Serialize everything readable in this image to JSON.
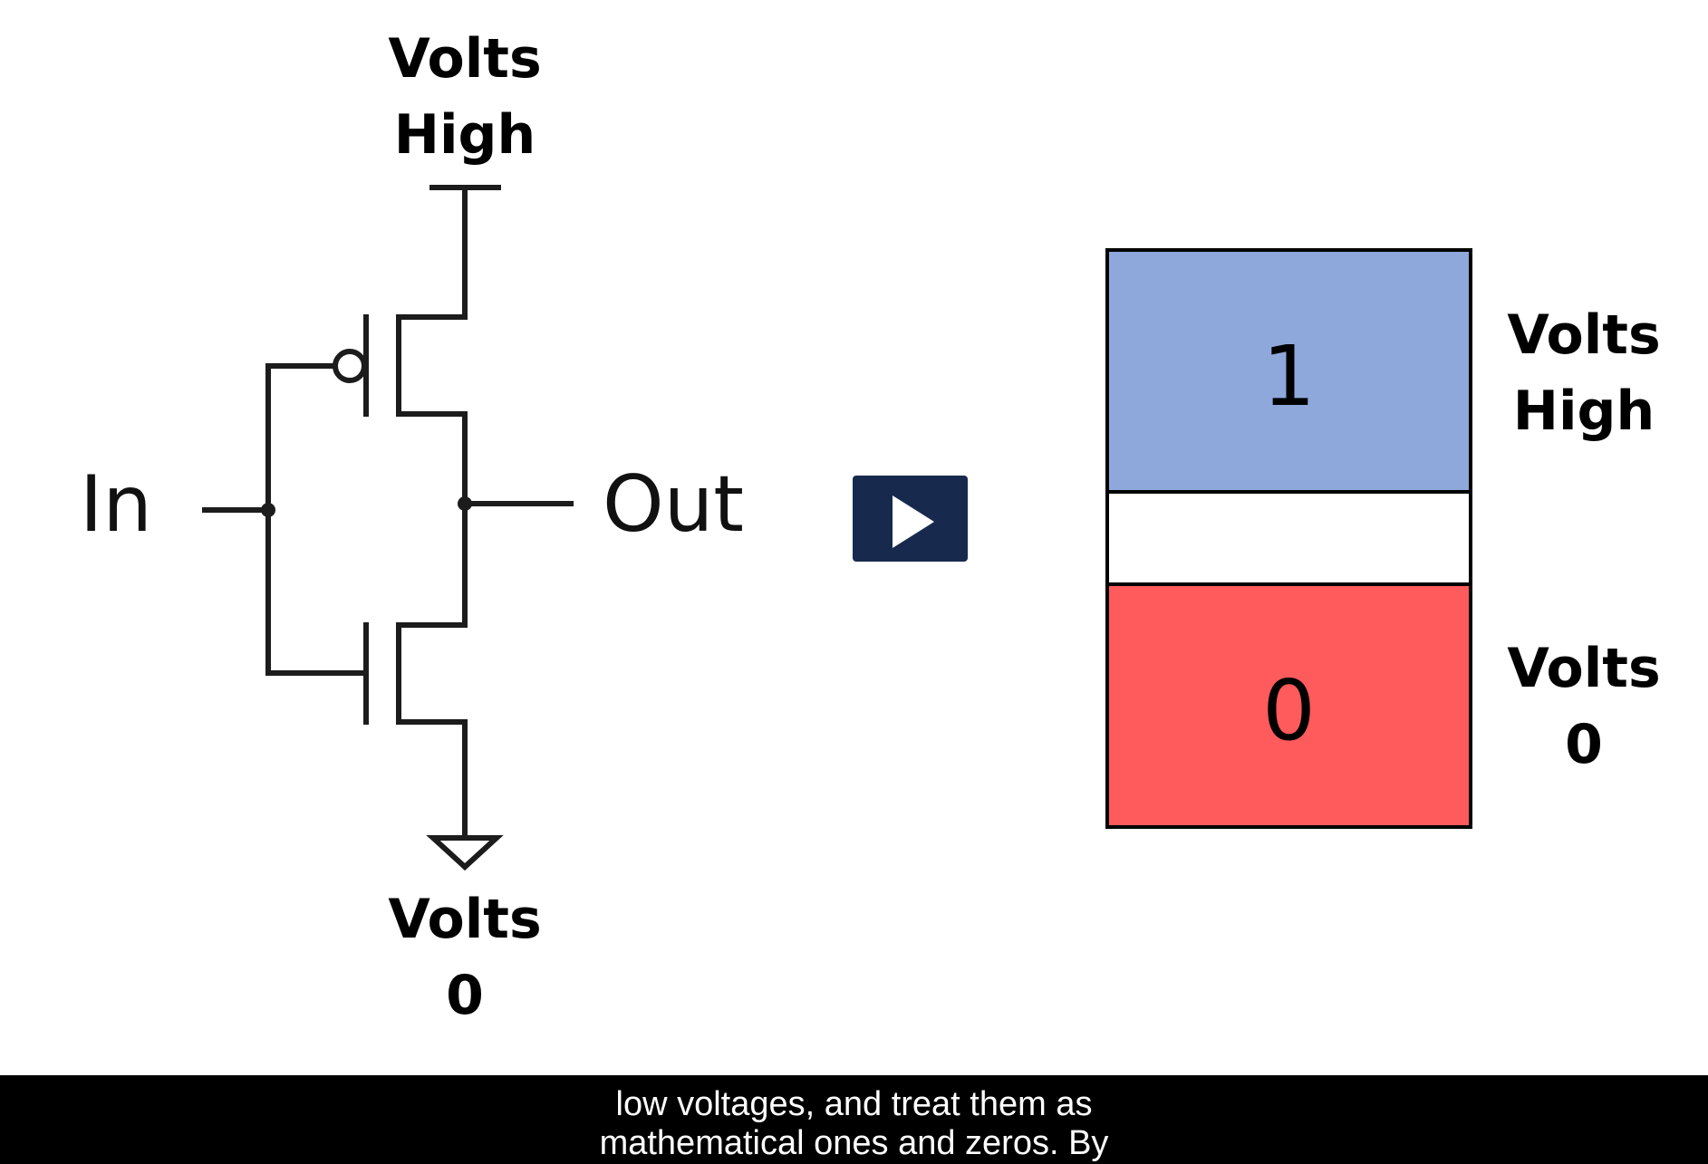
{
  "circuit": {
    "top_label_line1": "Volts",
    "top_label_line2": "High",
    "bottom_label_line1": "Volts",
    "bottom_label_line2": "0",
    "input_label": "In",
    "output_label": "Out"
  },
  "player": {
    "play_icon": "play-icon"
  },
  "logic_levels": {
    "high": {
      "value": "1",
      "label_line1": "Volts",
      "label_line2": "High",
      "color": "#8fa8db"
    },
    "low": {
      "value": "0",
      "label_line1": "Volts",
      "label_line2": "0",
      "color": "#ff5a5c"
    }
  },
  "caption": {
    "line1": "low voltages, and treat them as",
    "line2": "mathematical ones and zeros. By"
  }
}
